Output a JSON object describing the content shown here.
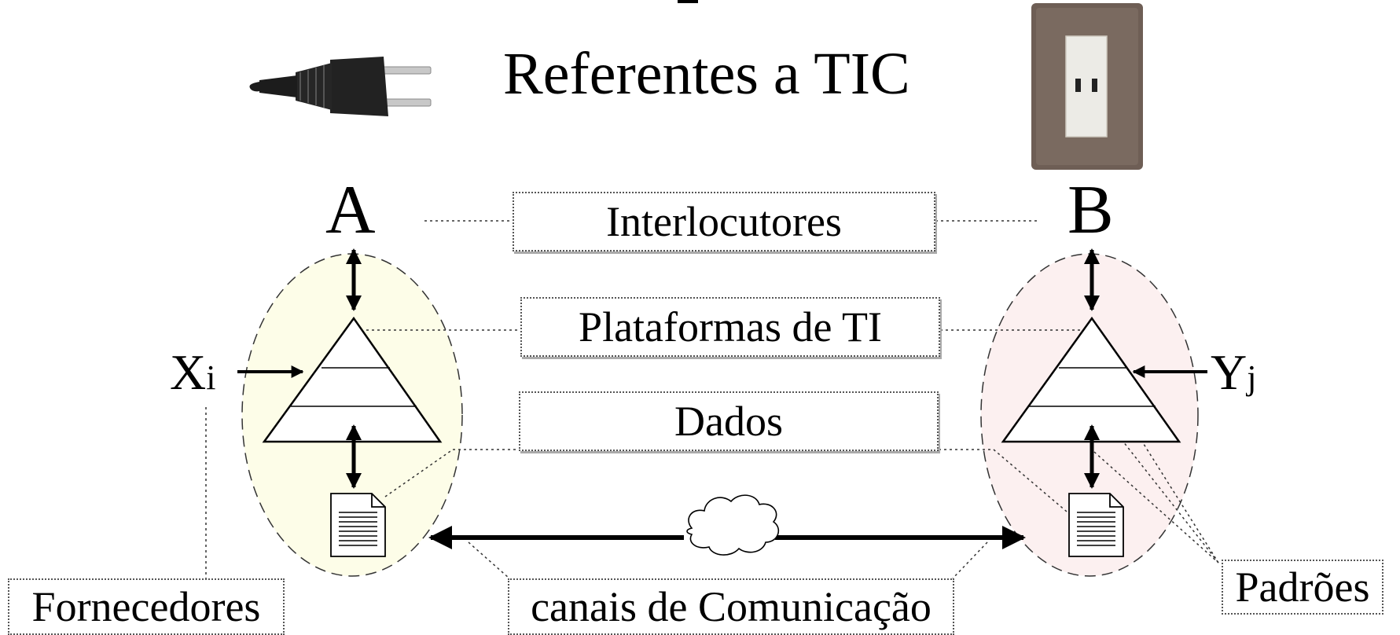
{
  "title": "Referentes a TIC",
  "letters": {
    "left": "A",
    "right": "B"
  },
  "inputs": {
    "left": {
      "main": "X",
      "sub": "i"
    },
    "right": {
      "main": "Y",
      "sub": "j"
    }
  },
  "boxes": {
    "interlocutores": "Interlocutores",
    "plataformas": "Plataformas de TI",
    "dados": "Dados",
    "fornecedores": "Fornecedores",
    "canais": "canais de Comunicação",
    "padroes": "Padrões"
  },
  "colors": {
    "left_ellipse_fill": "#fdfde8",
    "right_ellipse_fill": "#fcf0f0",
    "socket_plate": "#6e5e55",
    "socket_face": "#ecebe6",
    "plug_body": "#222222",
    "plug_prongs": "#c8c8c8"
  }
}
